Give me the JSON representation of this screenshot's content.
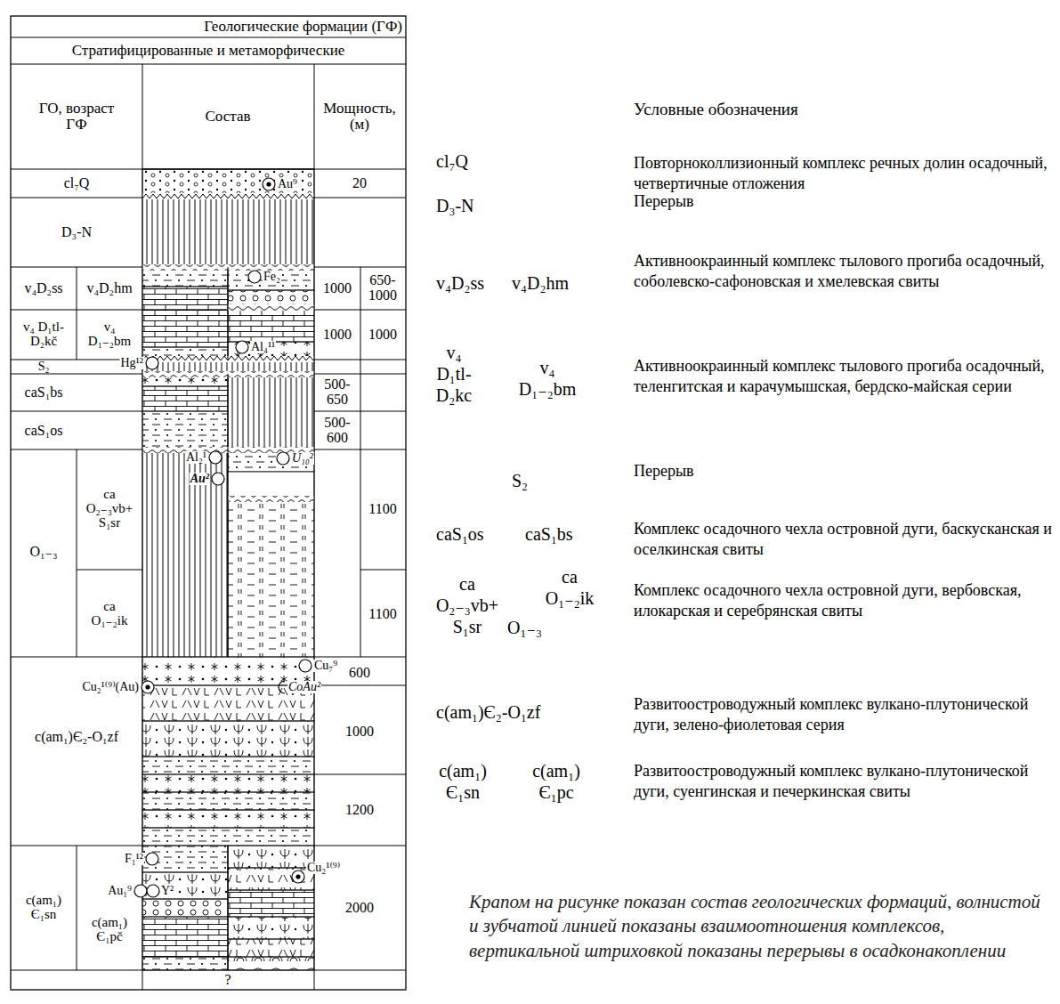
{
  "diagram": {
    "caption": "Крапом на рисунке показан состав геологических формаций, волнистой и зубчатой линией показаны взаимоотношения комплексов, вертикальной штриховкой показаны перерывы в осадконакоплении",
    "labels": [
      "Геологические формации (ГФ)",
      "Стратифицированные и метаморфические",
      "ГО, возраст ГФ",
      "Состав",
      "Мощность, (м)",
      "cl₇Q",
      "20",
      "D₃-N",
      "v₄D₂ss",
      "v₄D₂hm",
      "1000",
      "650-1000",
      "v₄ D₁tl- D₂kč",
      "v₄ D₁₋₂bm",
      "1000",
      "1000",
      "S₂",
      "caS₁bs",
      "500-650",
      "caS₁os",
      "500-600",
      "O₁₋₃",
      "ca O₂₋₃vb+ S₁sr",
      "1100",
      "ca O₁₋₂ik",
      "1100",
      "600",
      "1000",
      "c(am₁)Є₂-O₁zf",
      "1200",
      "c(am₁) Є₁sn",
      "c(am₁) Є₁pč",
      "2000",
      "?",
      "Au⁹",
      "Fe₂",
      "Al₄¹¹",
      "Hg¹²",
      "Al₂¹",
      "U₁₀²",
      "Au²",
      "Cu₇⁹",
      "Cu₂¹⁽⁹⁾(Au)",
      "CoAu²",
      "F₁¹²",
      "Au₁⁹",
      "Y²",
      "Cu₂¹⁽⁹⁾",
      "Условные обозначения",
      "cl₇Q",
      "Повторноколлизионный комплекс речных долин осадочный, четвертичные отложения",
      "D₃-N",
      "Перерыв",
      "v₄D₂ss",
      "v₄D₂hm",
      "Активноокраинный комплекс тылового прогиба осадочный, соболевско-сафоновская и хмелевская свиты",
      "v₄ D₁tl- D₂kc",
      "v₄ D₁₋₂bm",
      "Активноокраинный комплекс тылового прогиба осадочный, теленгитская и карачумышская, бердско-майская серии",
      "S₂",
      "Перерыв",
      "caS₁os",
      "caS₁bs",
      "Комплекс осадочного чехла островной дуги, баскусканская и оселкинская свиты",
      "ca O₂₋₃vb+ S₁sr",
      "ca O₁₋₂ik",
      "O₁₋₃",
      "Комплекс осадочного чехла островной дуги, вербовская, илокарская и серебрянская свиты",
      "c(am₁)Є₂-O₁zf",
      "Развитоостроводужный комплекс вулкано-плутонической дуги, зелено-фиолетовая серия",
      "c(am₁) Є₁sn",
      "c(am₁) Є₁pc",
      "Развитоостроводужный комплекс вулкано-плутонической дуги, суенгинская и печеркинская свиты"
    ]
  }
}
